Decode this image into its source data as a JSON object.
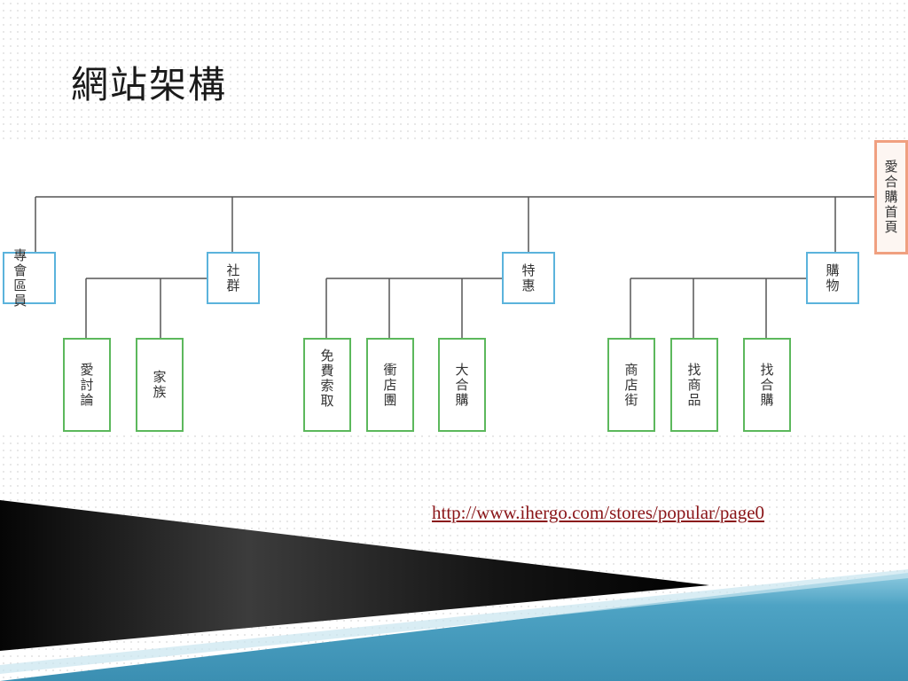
{
  "slide": {
    "title": "網站架構",
    "link": "http://www.ihergo.com/stores/popular/page0"
  },
  "diagram": {
    "root": "愛合購首頁",
    "members": "專會區員",
    "community": {
      "label": "社群",
      "children": [
        "愛討論",
        "家族"
      ]
    },
    "deals": {
      "label": "特惠",
      "children": [
        "免費索取",
        "衝店團",
        "大合購"
      ]
    },
    "shopping": {
      "label": "購物",
      "children": [
        "商店街",
        "找商品",
        "找合購"
      ]
    }
  },
  "colors": {
    "category_border": "#5bb3dc",
    "leaf_border": "#5cb85c",
    "root_border": "#f0a080",
    "link": "#8a1518",
    "band_blue": "#4ea3c4"
  }
}
